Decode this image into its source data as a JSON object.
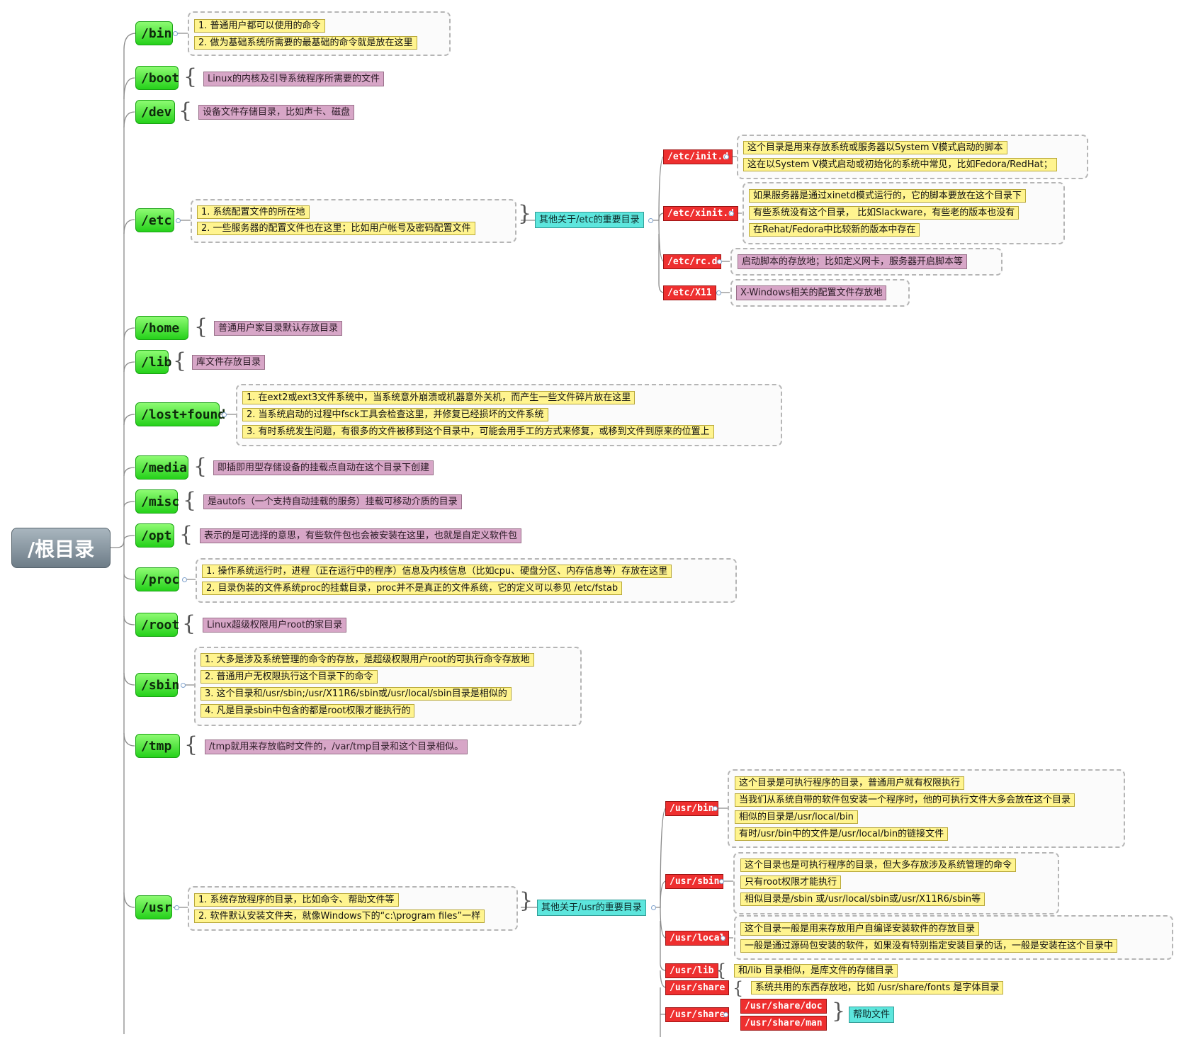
{
  "root": {
    "label": "/根目录"
  },
  "dirs": {
    "bin": "/bin",
    "boot": "/boot",
    "dev": "/dev",
    "etc": "/etc",
    "home": "/home",
    "lib": "/lib",
    "lostfound": "/lost+found",
    "media": "/media",
    "misc": "/misc",
    "opt": "/opt",
    "proc": "/proc",
    "root": "/root",
    "sbin": "/sbin",
    "tmp": "/tmp",
    "usr": "/usr"
  },
  "bin": {
    "notes": [
      "1. 普通用户都可以使用的命令",
      "2. 做为基础系统所需要的最基础的命令就是放在这里"
    ]
  },
  "boot": {
    "note": "Linux的内核及引导系统程序所需要的文件"
  },
  "dev": {
    "note": "设备文件存储目录，比如声卡、磁盘"
  },
  "etc": {
    "notes": [
      "1. 系统配置文件的所在地",
      "2. 一些服务器的配置文件也在这里；比如用户帐号及密码配置文件"
    ],
    "other": "其他关于/etc的重要目录",
    "subdirs": {
      "initd": {
        "label": "/etc/init.d",
        "notes": [
          "这个目录是用来存放系统或服务器以System V模式启动的脚本",
          "这在以System V模式启动或初始化的系统中常见，比如Fedora/RedHat；"
        ]
      },
      "xinitd": {
        "label": "/etc/xinit.d",
        "notes": [
          "如果服务器是通过xinetd模式运行的，它的脚本要放在这个目录下",
          "有些系统没有这个目录， 比如Slackware，有些老的版本也没有",
          "在Rehat/Fedora中比较新的版本中存在"
        ]
      },
      "rcd": {
        "label": "/etc/rc.d",
        "note": "启动脚本的存放地；比如定义网卡，服务器开启脚本等"
      },
      "x11": {
        "label": "/etc/X11",
        "note": "X-Windows相关的配置文件存放地"
      }
    }
  },
  "home": {
    "note": "普通用户家目录默认存放目录"
  },
  "lib": {
    "note": "库文件存放目录"
  },
  "lostfound": {
    "notes": [
      "1. 在ext2或ext3文件系统中，当系统意外崩溃或机器意外关机，而产生一些文件碎片放在这里",
      "2. 当系统启动的过程中fsck工具会检查这里，并修复已经损坏的文件系统",
      "3. 有时系统发生问题，有很多的文件被移到这个目录中，可能会用手工的方式来修复，或移到文件到原来的位置上"
    ]
  },
  "media": {
    "note": "即插即用型存储设备的挂载点自动在这个目录下创建"
  },
  "misc": {
    "note": "是autofs（一个支持自动挂载的服务）挂载可移动介质的目录"
  },
  "opt": {
    "note": "表示的是可选择的意思，有些软件包也会被安装在这里，也就是自定义软件包"
  },
  "proc": {
    "notes": [
      "1. 操作系统运行时，进程（正在运行中的程序）信息及内核信息（比如cpu、硬盘分区、内存信息等）存放在这里",
      "2. 目录伪装的文件系统proc的挂载目录，proc并不是真正的文件系统，它的定义可以参见 /etc/fstab"
    ]
  },
  "rootdir": {
    "note": "Linux超级权限用户root的家目录"
  },
  "sbin": {
    "notes": [
      "1. 大多是涉及系统管理的命令的存放，是超级权限用户root的可执行命令存放地",
      "2. 普通用户无权限执行这个目录下的命令",
      "3. 这个目录和/usr/sbin;/usr/X11R6/sbin或/usr/local/sbin目录是相似的",
      "4. 凡是目录sbin中包含的都是root权限才能执行的"
    ]
  },
  "tmp": {
    "note": "/tmp就用来存放临时文件的，/var/tmp目录和这个目录相似。"
  },
  "usr": {
    "notes": [
      "1. 系统存放程序的目录，比如命令、帮助文件等",
      "2. 软件默认安装文件夹，就像Windows下的“c:\\program files”一样"
    ],
    "other": "其他关于/usr的重要目录",
    "subdirs": {
      "bin": {
        "label": "/usr/bin",
        "notes": [
          "这个目录是可执行程序的目录，普通用户就有权限执行",
          "当我们从系统自带的软件包安装一个程序时，他的可执行文件大多会放在这个目录",
          "相似的目录是/usr/local/bin",
          "有时/usr/bin中的文件是/usr/local/bin的链接文件"
        ]
      },
      "sbin": {
        "label": "/usr/sbin",
        "notes": [
          "这个目录也是可执行程序的目录，但大多存放涉及系统管理的命令",
          "只有root权限才能执行",
          "相似目录是/sbin 或/usr/local/sbin或/usr/X11R6/sbin等"
        ]
      },
      "local": {
        "label": "/usr/local",
        "notes": [
          "这个目录一般是用来存放用户自编译安装软件的存放目录",
          "一般是通过源码包安装的软件，如果没有特别指定安装目录的话，一般是安装在这个目录中"
        ]
      },
      "lib": {
        "label": "/usr/lib",
        "note": "和/lib 目录相似，是库文件的存储目录"
      },
      "share1": {
        "label": "/usr/share",
        "note": "系统共用的东西存放地，比如 /usr/share/fonts 是字体目录"
      },
      "share2": {
        "label": "/usr/share",
        "children": [
          "/usr/share/doc",
          "/usr/share/man"
        ],
        "note": "帮助文件"
      }
    }
  }
}
